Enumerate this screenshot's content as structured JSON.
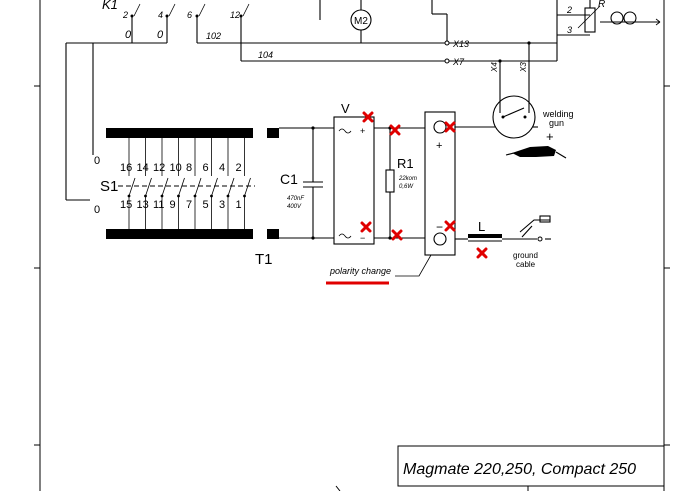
{
  "labels": {
    "k1": "K1",
    "k1_c2": "2",
    "k1_c4": "4",
    "k1_c6": "6",
    "k1_c12": "12",
    "wire_0a": "0",
    "wire_0b": "0",
    "wire_102": "102",
    "wire_104": "104",
    "motor": "M2",
    "x13": "X13",
    "x7": "X7",
    "x4": "X4",
    "x3": "X3",
    "r_top": "R",
    "r_2": "2",
    "r_3": "3",
    "v": "V",
    "plus_small": "+",
    "minus_small": "−",
    "r1": "R1",
    "r1_val1": "22kom",
    "r1_val2": "0,6W",
    "c1": "C1",
    "c1_val1": "470nF",
    "c1_val2": "400V",
    "t1": "T1",
    "s1": "S1",
    "s1_top": [
      "16",
      "14",
      "12",
      "10",
      "8",
      "6",
      "4",
      "2"
    ],
    "s1_bottom": [
      "15",
      "13",
      "11",
      "9",
      "7",
      "5",
      "3",
      "1"
    ],
    "s1_o_top": "0",
    "s1_o_bot": "0",
    "welding_gun1": "welding",
    "welding_gun2": "gun",
    "plus": "+",
    "minus": "−",
    "l": "L",
    "ground1": "ground",
    "ground2": "cable",
    "polarity": "polarity change",
    "title": "Magmate 220,250, Compact 250"
  },
  "colors": {
    "line": "#000000",
    "annotation": "#e00000"
  }
}
